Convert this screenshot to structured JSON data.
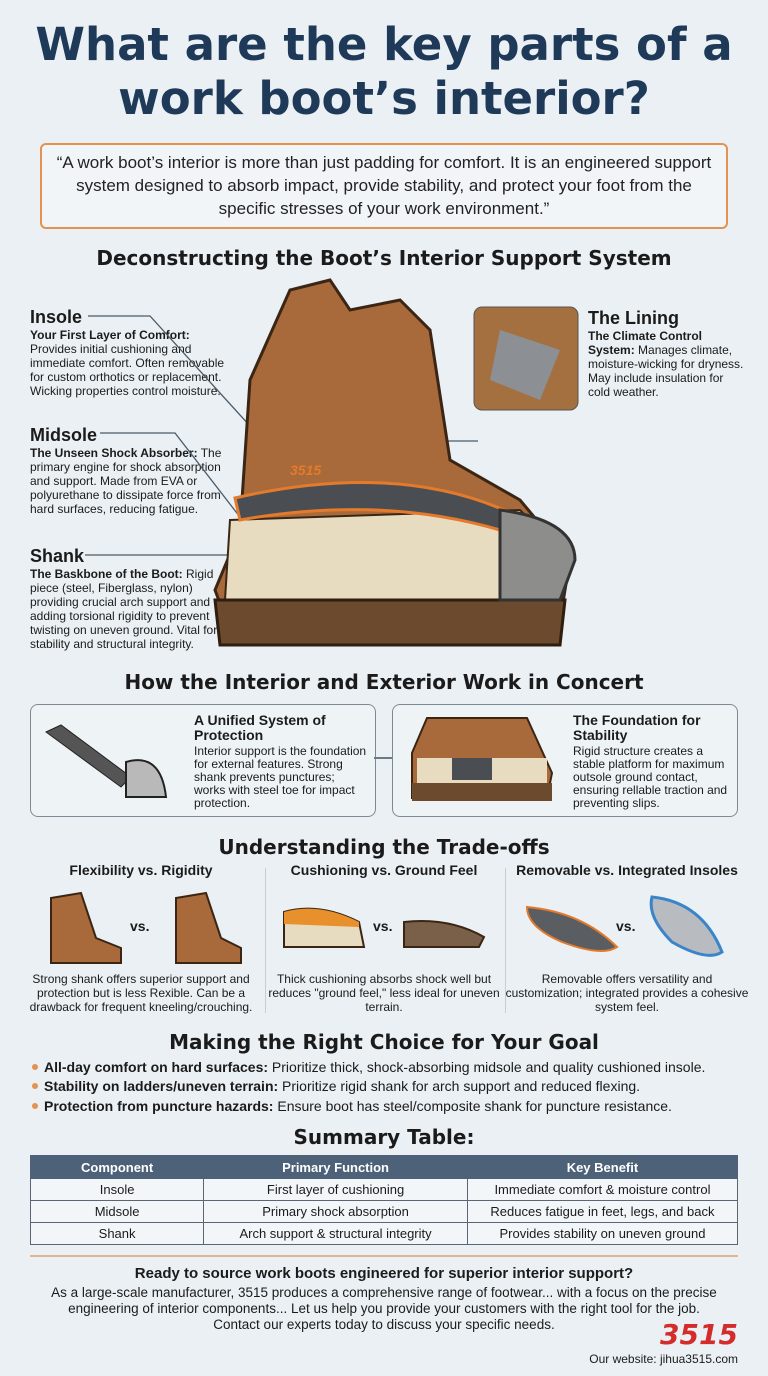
{
  "title": "What are the key parts of a work boot’s interior?",
  "quote": "“A work boot’s interior is more than just padding for comfort. It is an engineered support system designed to absorb impact, provide stability, and protect your foot from the specific stresses of your work environment.”",
  "section1": {
    "heading": "Deconstructing the Boot’s Interior Support System",
    "parts": [
      {
        "name": "Insole",
        "subtitle": "Your First Layer of Comfort:",
        "text": "Provides initial cushioning and immediate comfort. Often removable for custom orthotics or replacement. Wicking properties control moisture."
      },
      {
        "name": "Midsole",
        "subtitle": "The Unseen Shock Absorber:",
        "text": "The primary engine for shock absorption and support. Made from EVA or polyurethane to dissipate force from hard surfaces, reducing fatigue."
      },
      {
        "name": "Shank",
        "subtitle": "The Baskbone of the Boot:",
        "text": "Rigid piece (steel, Fiberglass, nylon) providing crucial arch support and adding torsional rigidity to prevent twisting on uneven ground. Vital for stability and structural integrity."
      },
      {
        "name": "The Lining",
        "subtitle": "The Climate Control System:",
        "text": "Manages climate, moisture-wicking for dryness. May include insulation for cold weather."
      }
    ],
    "insole_logo": "3515"
  },
  "section2": {
    "heading": "How the Interior and Exterior Work in Concert",
    "cards": [
      {
        "title": "A Unified System of Protection",
        "text": "Interior support is the foundation for external features. Strong shank prevents punctures; works with steel toe for impact protection."
      },
      {
        "title": "The Foundation for Stability",
        "text": "Rigid structure creates a stable platform for maximum outsole ground contact, ensuring rellable traction and preventing slips."
      }
    ]
  },
  "section3": {
    "heading": "Understanding the Trade-offs",
    "vs": "vs.",
    "columns": [
      {
        "title": "Flexibility vs. Rigidity",
        "text": "Strong shank offers superior support and protection but is less Rexible. Can be a drawback for frequent kneeling/crouching."
      },
      {
        "title": "Cushioning vs. Ground Feel",
        "text": "Thick cushioning absorbs shock well but reduces \"ground feel,\" less ideal for uneven terrain."
      },
      {
        "title": "Removable vs. Integrated Insoles",
        "text": "Removable offers versatility and customization; integrated provides a cohesive system feel."
      }
    ]
  },
  "section4": {
    "heading": "Making the Right Choice for Your Goal",
    "bullets": [
      {
        "bold": "All-day comfort on hard surfaces:",
        "text": " Prioritize thick, shock-absorbing midsole and quality cushioned insole."
      },
      {
        "bold": "Stability on ladders/uneven terrain:",
        "text": " Prioritize rigid shank for arch support and reduced flexing."
      },
      {
        "bold": "Protection from puncture hazards:",
        "text": " Ensure boot has steel/composite shank for puncture resistance."
      }
    ]
  },
  "summary": {
    "heading": "Summary Table:",
    "headers": [
      "Component",
      "Primary Function",
      "Key Benefit"
    ],
    "rows": [
      [
        "Insole",
        "First layer of cushioning",
        "Immediate comfort & moisture control"
      ],
      [
        "Midsole",
        "Primary shock absorption",
        "Reduces fatigue in feet, legs, and back"
      ],
      [
        "Shank",
        "Arch support & structural integrity",
        "Provides stability on uneven ground"
      ]
    ]
  },
  "cta": {
    "heading": "Ready to source work boots engineered for superior interior support?",
    "lines": [
      "As a large-scale manufacturer, 3515 produces a comprehensive range of footwear... with a focus on the precise",
      "engineering of interior components... Let us help you provide your customers with the right tool for the job.",
      "Contact our experts today to discuss your specific needs."
    ],
    "logo": "3515",
    "website": "Our website: jihua3515.com"
  },
  "colors": {
    "title": "#1f3a58",
    "accent": "#e39250",
    "table_header": "#4d6178",
    "logo": "#d42b2b"
  }
}
